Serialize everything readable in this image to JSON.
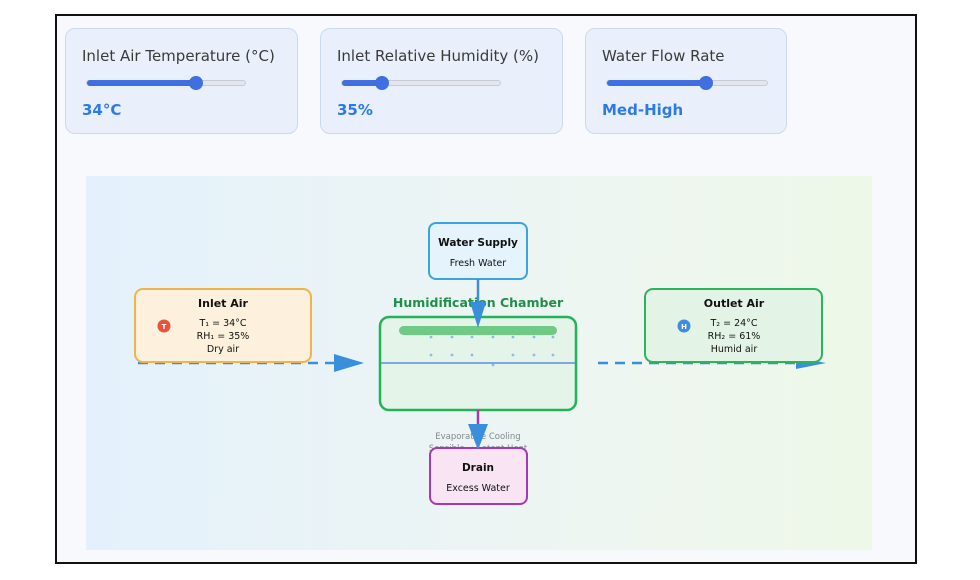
{
  "controls": [
    {
      "label": "Inlet Air Temperature (°C)",
      "value": "34°C",
      "level": 0.69
    },
    {
      "label": "Inlet Relative Humidity (%)",
      "value": "35%",
      "level": 0.25
    },
    {
      "label": "Water Flow Rate",
      "value": "Med-High",
      "level": 0.62
    }
  ],
  "diagram": {
    "water_supply": {
      "title": "Water Supply",
      "subtitle": "Fresh Water"
    },
    "chamber_label": "Humidification Chamber",
    "inlet": {
      "title": "Inlet Air",
      "line1": "T₁ = 34°C",
      "line2": "RH₁ = 35%",
      "line3": "Dry air",
      "badge": "T"
    },
    "outlet": {
      "title": "Outlet Air",
      "line1": "T₂ = 24°C",
      "line2": "RH₂ = 61%",
      "line3": "Humid air",
      "badge": "H"
    },
    "cooling_line1": "Evaporative Cooling",
    "cooling_line2": "Sensible → Latent Heat",
    "drain": {
      "title": "Drain",
      "subtitle": "Excess Water"
    }
  },
  "colors": {
    "accent": "#2c7be5",
    "slider": "#3f6fe0",
    "inlet_border": "#f0b44c",
    "outlet_border": "#2bb55b",
    "chamber_border": "#22b35a",
    "supply_border": "#3aa4dc",
    "drain_border": "#a637b5",
    "badge_temp": "#e8533a",
    "badge_humid": "#3e8ee0"
  }
}
